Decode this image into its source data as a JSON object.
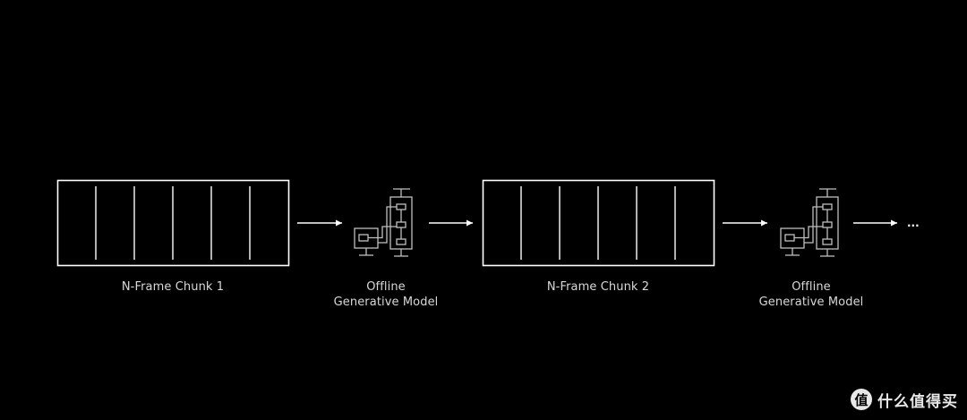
{
  "diagram": {
    "chunks": [
      {
        "label": "N-Frame Chunk 1",
        "frame_dividers": 5
      },
      {
        "label": "N-Frame Chunk 2",
        "frame_dividers": 5
      }
    ],
    "models": [
      {
        "line1": "Offline",
        "line2": "Generative Model",
        "icon": "model-network-icon"
      },
      {
        "line1": "Offline",
        "line2": "Generative Model",
        "icon": "model-network-icon"
      }
    ],
    "continuation": "...",
    "colors": {
      "background": "#000000",
      "stroke": "#ffffff",
      "icon_stroke": "#bfbfbf",
      "text": "#d8d8d8"
    }
  },
  "watermark": {
    "logo": "值",
    "text": "什么值得买"
  }
}
